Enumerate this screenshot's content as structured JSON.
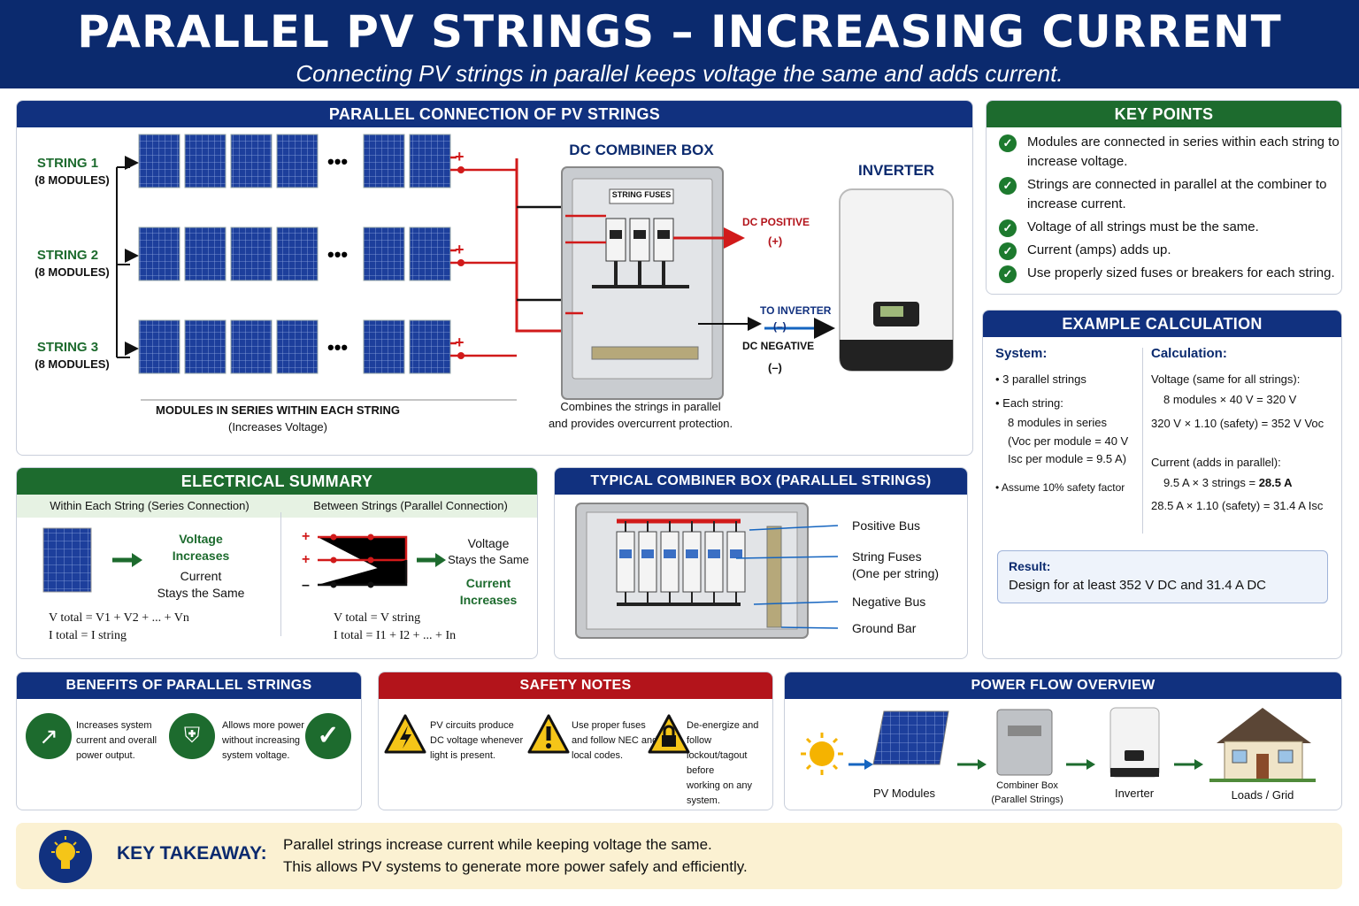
{
  "header": {
    "title": "PARALLEL PV STRINGS – INCREASING CURRENT",
    "subtitle": "Connecting PV strings in parallel keeps voltage the same and adds current."
  },
  "parallel": {
    "title": "PARALLEL CONNECTION OF PV STRINGS",
    "strings": [
      {
        "name": "STRING 1",
        "modules": "(8 MODULES)"
      },
      {
        "name": "STRING 2",
        "modules": "(8 MODULES)"
      },
      {
        "name": "STRING 3",
        "modules": "(8 MODULES)"
      }
    ],
    "plus": "+",
    "series_label": "MODULES IN SERIES WITHIN EACH STRING",
    "series_sub": "(Increases Voltage)",
    "combiner_title": "DC COMBINER BOX",
    "fuses_label": "STRING FUSES",
    "combiner_desc1": "Combines the strings in parallel",
    "combiner_desc2": "and provides overcurrent protection.",
    "dc_positive": "DC POSITIVE",
    "dc_positive_sym": "(+)",
    "to_inverter": "TO INVERTER",
    "to_inverter_sym": "(–)",
    "dc_negative": "DC NEGATIVE",
    "dc_negative_sym": "(–)",
    "inverter_title": "INVERTER"
  },
  "key_points": {
    "title": "KEY POINTS",
    "items": [
      "Modules are connected in series within each string to increase voltage.",
      "Strings are connected in parallel at the combiner to increase current.",
      "Voltage of all strings must be the same.",
      "Current (amps) adds up.",
      "Use properly sized fuses or breakers for each string."
    ]
  },
  "example": {
    "title": "EXAMPLE CALCULATION",
    "system_h": "System:",
    "calc_h": "Calculation:",
    "sys1": "• 3 parallel strings",
    "sys2": "• Each string:",
    "sys3": "8 modules in series",
    "sys4": "(Voc per module = 40 V",
    "sys5": "Isc per module = 9.5 A)",
    "sys6": "• Assume 10% safety factor",
    "calc1": "Voltage (same for all strings):",
    "calc2": "8 modules × 40 V = 320 V",
    "calc3": "320 V × 1.10 (safety) = 352 V Voc",
    "calc4": "Current (adds in parallel):",
    "calc5a": "9.5 A × 3 strings = ",
    "calc5b": "28.5 A",
    "calc6": "28.5 A × 1.10 (safety) = 31.4 A Isc",
    "result_h": "Result:",
    "result": "Design for at least 352 V DC and 31.4 A DC"
  },
  "electrical": {
    "title": "ELECTRICAL SUMMARY",
    "left_h": "Within Each String (Series Connection)",
    "right_h": "Between Strings (Parallel Connection)",
    "l1": "Voltage",
    "l2": "Increases",
    "l3": "Current",
    "l4": "Stays the Same",
    "lf1": "V total = V1 + V2 + ... + Vn",
    "lf2": "I total = I string",
    "r1": "Voltage",
    "r2": "Stays the Same",
    "r3": "Current",
    "r4": "Increases",
    "rf1": "V total = V string",
    "rf2": "I total = I1 + I2 + ... + In"
  },
  "typical": {
    "title": "TYPICAL COMBINER BOX (PARALLEL STRINGS)",
    "labels": [
      "Positive Bus",
      "String Fuses",
      "(One per string)",
      "Negative Bus",
      "Ground Bar"
    ]
  },
  "benefits": {
    "title": "BENEFITS OF PARALLEL STRINGS",
    "b1": [
      "Increases system",
      "current and overall",
      "power output."
    ],
    "b2": [
      "Allows more power",
      "without increasing",
      "system voltage."
    ]
  },
  "safety": {
    "title": "SAFETY NOTES",
    "s1": [
      "PV circuits produce",
      "DC voltage whenever",
      "light is present."
    ],
    "s2": [
      "Use proper fuses",
      "and follow NEC and",
      "local codes."
    ],
    "s3": [
      "De-energize and follow",
      "lockout/tagout before",
      "working on any system."
    ]
  },
  "flow": {
    "title": "POWER FLOW OVERVIEW",
    "pv": "PV Modules",
    "cb1": "Combiner Box",
    "cb2": "(Parallel Strings)",
    "inv": "Inverter",
    "loads": "Loads / Grid"
  },
  "takeaway": {
    "label": "KEY TAKEAWAY:",
    "line1": "Parallel strings increase current while keeping voltage the same.",
    "line2": "This allows PV systems to generate more power safely and efficiently."
  },
  "colors": {
    "navy": "#11317f",
    "green": "#1d6b2e",
    "red": "#b3141b",
    "wire_red": "#d11a1a"
  }
}
